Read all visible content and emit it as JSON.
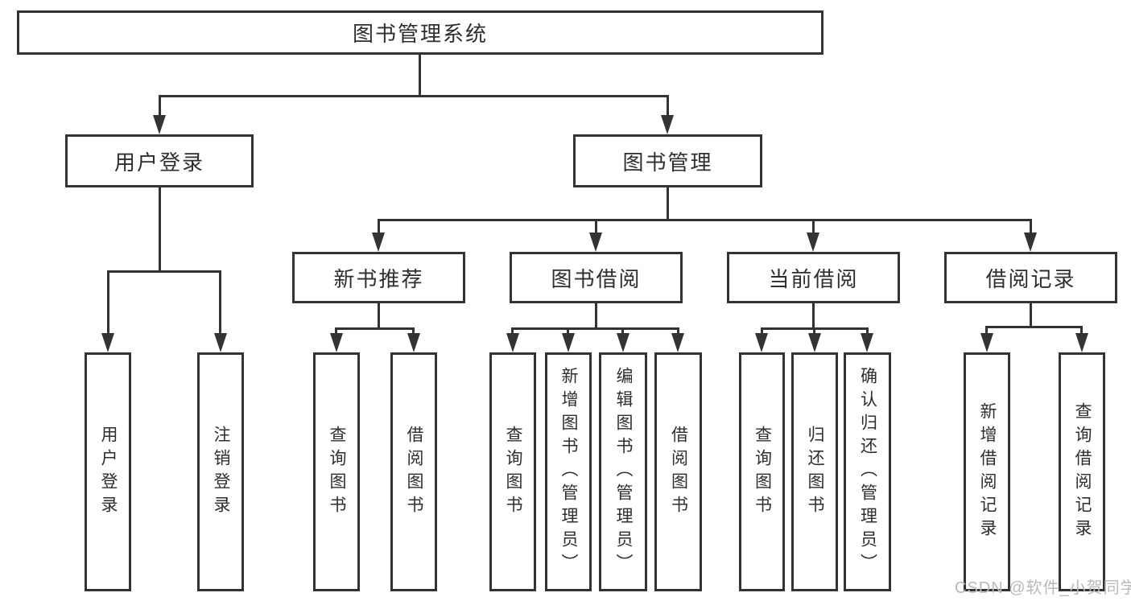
{
  "diagram": {
    "title": "图书管理系统",
    "line_color": "#333333",
    "box_background": "#ffffff",
    "watermark": "CSDN @软件_小贺同学",
    "watermark_color": "#b9b9b9",
    "nodes": {
      "root": {
        "label": "图书管理系统"
      },
      "user_login": {
        "label": "用户登录"
      },
      "book_mgmt": {
        "label": "图书管理"
      },
      "new_book_rec": {
        "label": "新书推荐"
      },
      "book_borrow": {
        "label": "图书借阅"
      },
      "current_borrow": {
        "label": "当前借阅"
      },
      "borrow_records": {
        "label": "借阅记录"
      },
      "leaf_user_login": {
        "label": "用户登录"
      },
      "leaf_logout": {
        "label": "注销登录"
      },
      "leaf_rec_query_book": {
        "label": "查询图书"
      },
      "leaf_rec_borrow_book": {
        "label": "借阅图书"
      },
      "leaf_bb_query_book": {
        "label": "查询图书"
      },
      "leaf_bb_add_book": {
        "label": "新增图书（管理员）"
      },
      "leaf_bb_edit_book": {
        "label": "编辑图书（管理员）"
      },
      "leaf_bb_borrow_book": {
        "label": "借阅图书"
      },
      "leaf_cb_query_book": {
        "label": "查询图书"
      },
      "leaf_cb_return_book": {
        "label": "归还图书"
      },
      "leaf_cb_confirm_return": {
        "label": "确认归还（管理员）"
      },
      "leaf_br_add_record": {
        "label": "新增借阅记录"
      },
      "leaf_br_query_record": {
        "label": "查询借阅记录"
      }
    },
    "edges": [
      [
        "root",
        "user_login"
      ],
      [
        "root",
        "book_mgmt"
      ],
      [
        "user_login",
        "leaf_user_login"
      ],
      [
        "user_login",
        "leaf_logout"
      ],
      [
        "book_mgmt",
        "new_book_rec"
      ],
      [
        "book_mgmt",
        "book_borrow"
      ],
      [
        "book_mgmt",
        "current_borrow"
      ],
      [
        "book_mgmt",
        "borrow_records"
      ],
      [
        "new_book_rec",
        "leaf_rec_query_book"
      ],
      [
        "new_book_rec",
        "leaf_rec_borrow_book"
      ],
      [
        "book_borrow",
        "leaf_bb_query_book"
      ],
      [
        "book_borrow",
        "leaf_bb_add_book"
      ],
      [
        "book_borrow",
        "leaf_bb_edit_book"
      ],
      [
        "book_borrow",
        "leaf_bb_borrow_book"
      ],
      [
        "current_borrow",
        "leaf_cb_query_book"
      ],
      [
        "current_borrow",
        "leaf_cb_return_book"
      ],
      [
        "current_borrow",
        "leaf_cb_confirm_return"
      ],
      [
        "borrow_records",
        "leaf_br_add_record"
      ],
      [
        "borrow_records",
        "leaf_br_query_record"
      ]
    ]
  }
}
